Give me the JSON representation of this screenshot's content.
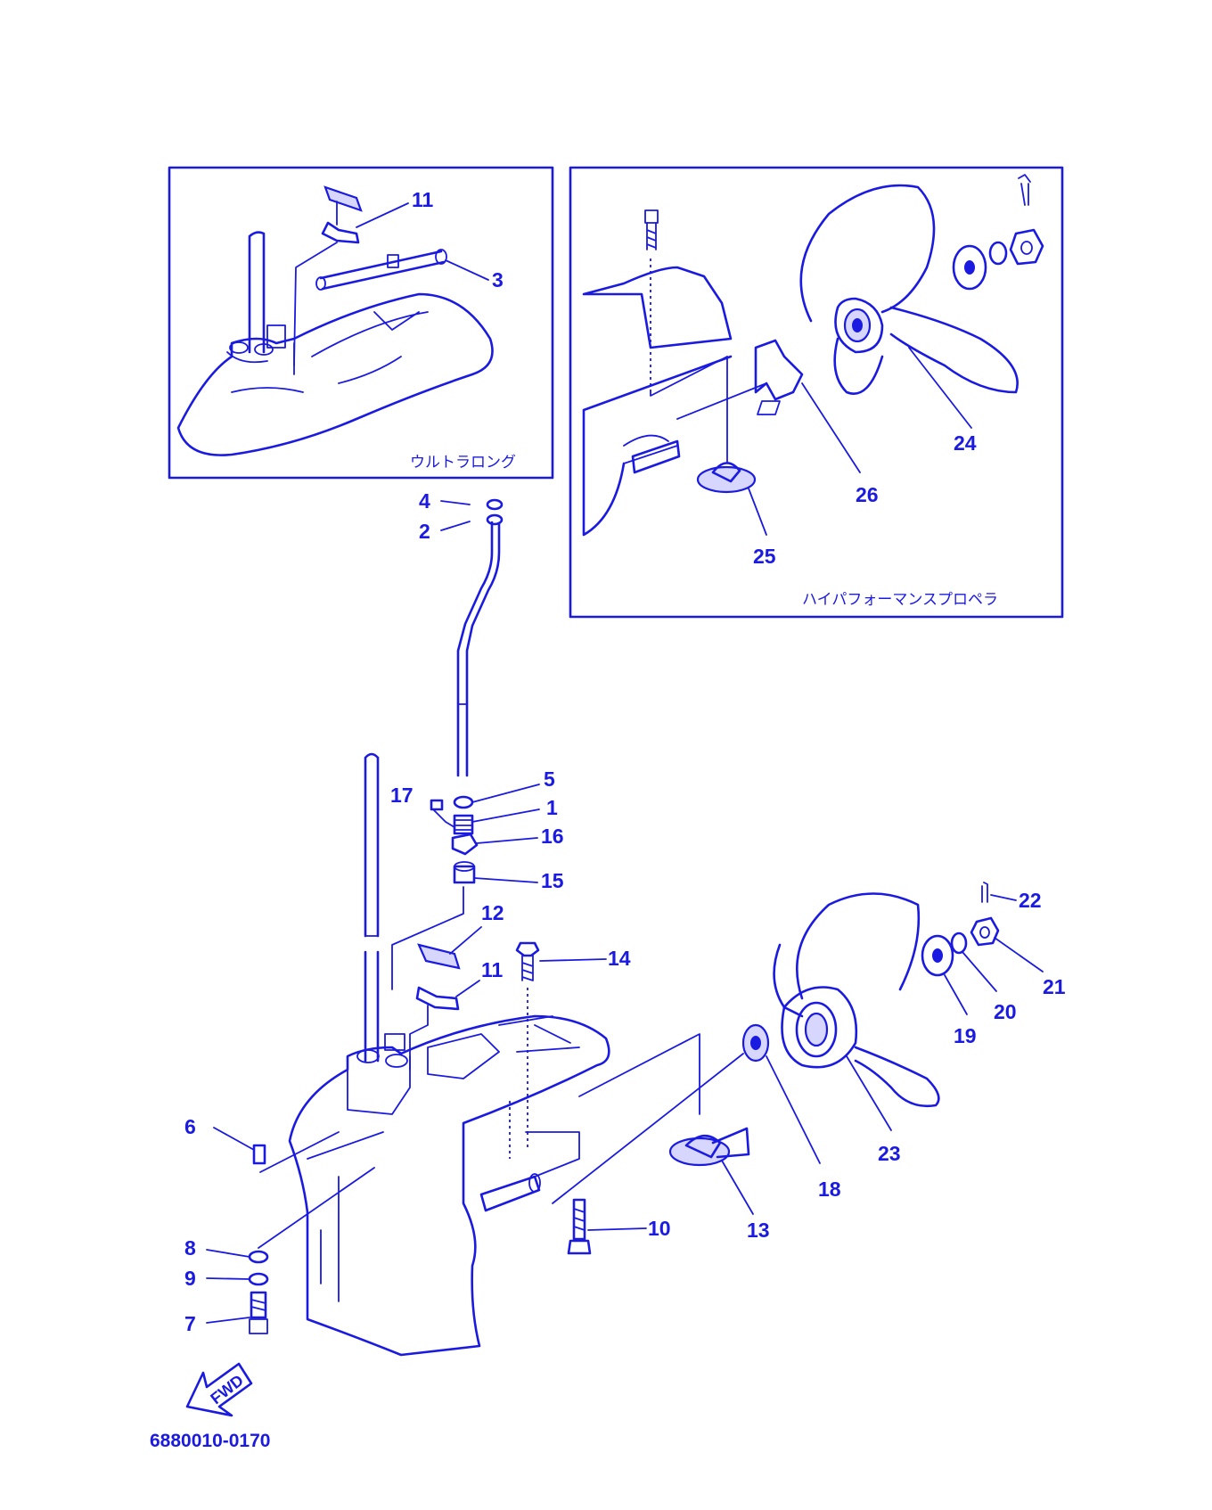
{
  "colors": {
    "ink": "#1a1ae0",
    "background": "#ffffff"
  },
  "insets": {
    "ultra_long": {
      "caption": "ウルトラロング",
      "callouts": [
        "11",
        "3"
      ]
    },
    "high_performance": {
      "caption": "ハイパフォーマンスプロペラ",
      "callouts": [
        "24",
        "26",
        "25"
      ]
    }
  },
  "callouts": {
    "c1": "1",
    "c2": "2",
    "c4": "4",
    "c5": "5",
    "c6": "6",
    "c7": "7",
    "c8": "8",
    "c9": "9",
    "c10": "10",
    "c11": "11",
    "c12": "12",
    "c13": "13",
    "c14": "14",
    "c15": "15",
    "c16": "16",
    "c17": "17",
    "c18": "18",
    "c19": "19",
    "c20": "20",
    "c21": "21",
    "c22": "22",
    "c23": "23"
  },
  "fwd_label": "FWD",
  "diagram_code": "6880010-0170"
}
